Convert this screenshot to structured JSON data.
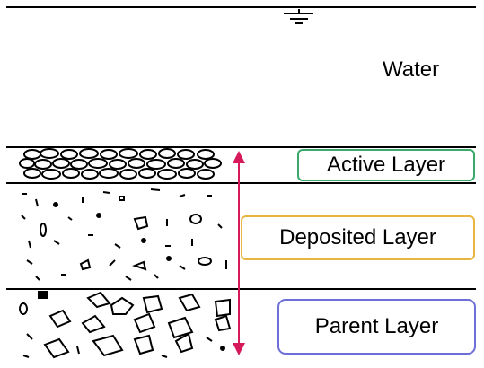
{
  "water": {
    "label": "Water"
  },
  "layers": {
    "active": {
      "label": "Active Layer",
      "border_color": "#3aa96b"
    },
    "deposited": {
      "label": "Deposited Layer",
      "border_color": "#e8b640"
    },
    "parent": {
      "label": "Parent Layer",
      "border_color": "#6f6fd8"
    }
  },
  "arrow": {
    "color": "#d6195a"
  },
  "icons": {
    "water_surface": "water-surface-icon"
  }
}
